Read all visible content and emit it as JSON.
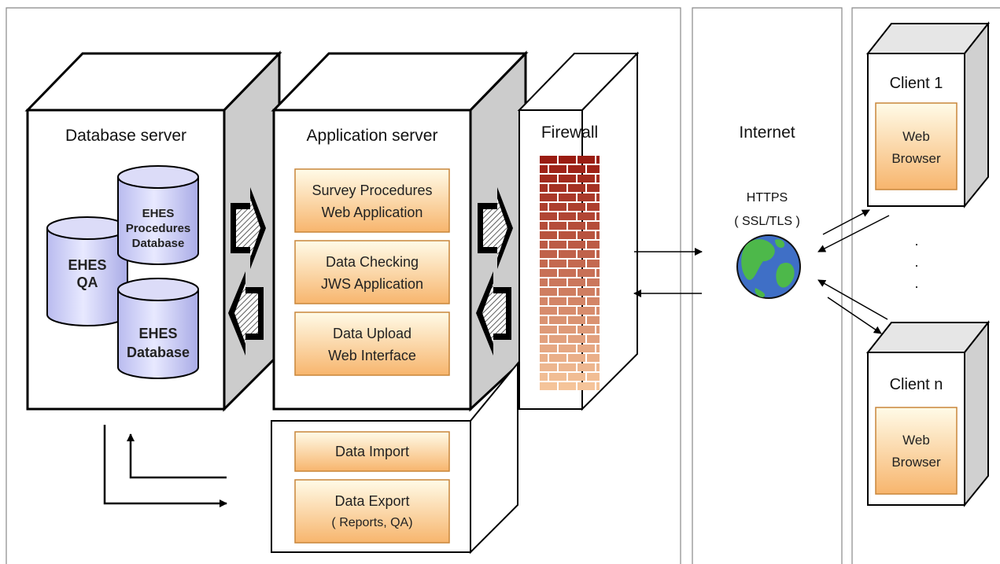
{
  "database_server": {
    "title": "Database server",
    "databases": [
      {
        "line1": "EHES",
        "line2": "QA",
        "line3": ""
      },
      {
        "line1": "EHES",
        "line2": "Procedures",
        "line3": "Database"
      },
      {
        "line1": "EHES",
        "line2": "Database",
        "line3": ""
      }
    ]
  },
  "application_server": {
    "title": "Application server",
    "modules": [
      {
        "line1": "Survey Procedures",
        "line2": "Web Application"
      },
      {
        "line1": "Data Checking",
        "line2": "JWS Application"
      },
      {
        "line1": "Data Upload",
        "line2": "Web Interface"
      }
    ],
    "lower_modules": [
      {
        "line1": "Data Import",
        "line2": ""
      },
      {
        "line1": "Data Export",
        "line2": "( Reports, QA)"
      }
    ]
  },
  "firewall": {
    "title": "Firewall"
  },
  "internet": {
    "title": "Internet",
    "protocol": "HTTPS",
    "protocol_detail": "( SSL/TLS )"
  },
  "clients": [
    {
      "title": "Client 1",
      "app_line1": "Web",
      "app_line2": "Browser"
    },
    {
      "title": "Client n",
      "app_line1": "Web",
      "app_line2": "Browser"
    }
  ],
  "ellipsis": [
    ".",
    ".",
    "."
  ],
  "colors": {
    "server_side": "#cccccc",
    "module_fill_top": "#fffbe8",
    "module_fill_bottom": "#f7b56d",
    "module_border": "#c9863a",
    "db_fill": "#cfd0f5",
    "brick_top": "#9a1c12",
    "brick_bottom": "#f5c49a",
    "globe_ocean": "#3f6fc6",
    "globe_land": "#4db84a",
    "client_side": "#d0d0d0"
  }
}
